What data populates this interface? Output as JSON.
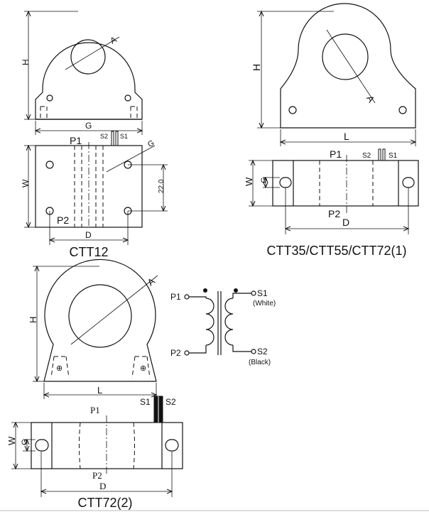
{
  "ctt12": {
    "caption": "CTT12",
    "label_h": "H",
    "label_a": "A",
    "label_g_bottom": "G",
    "label_g_side": "G",
    "label_w": "W",
    "label_d": "D",
    "label_p1": "P1",
    "label_p2": "P2",
    "label_s2": "S2",
    "label_s1": "S1",
    "dim_22": "22.0"
  },
  "ctt35": {
    "caption": "CTT35/CTT55/CTT72(1)",
    "label_h": "H",
    "label_a": "A",
    "label_l": "L",
    "label_w": "W",
    "label_g": "G",
    "label_d": "D",
    "label_p1": "P1",
    "label_p2": "P2",
    "label_s2": "S2",
    "label_s1": "S1"
  },
  "ctt72_2": {
    "caption": "CTT72(2)",
    "label_h": "H",
    "label_a": "A",
    "label_l": "L",
    "label_w": "W",
    "label_g": "G",
    "label_d": "D",
    "label_p1": "P1",
    "label_p2": "P2",
    "label_s1": "S1",
    "label_s2": "S2"
  },
  "schematic": {
    "p1": "P1",
    "p2": "P2",
    "s1": "S1",
    "s2": "S2",
    "s1_color": "(White)",
    "s2_color": "(Black)"
  }
}
